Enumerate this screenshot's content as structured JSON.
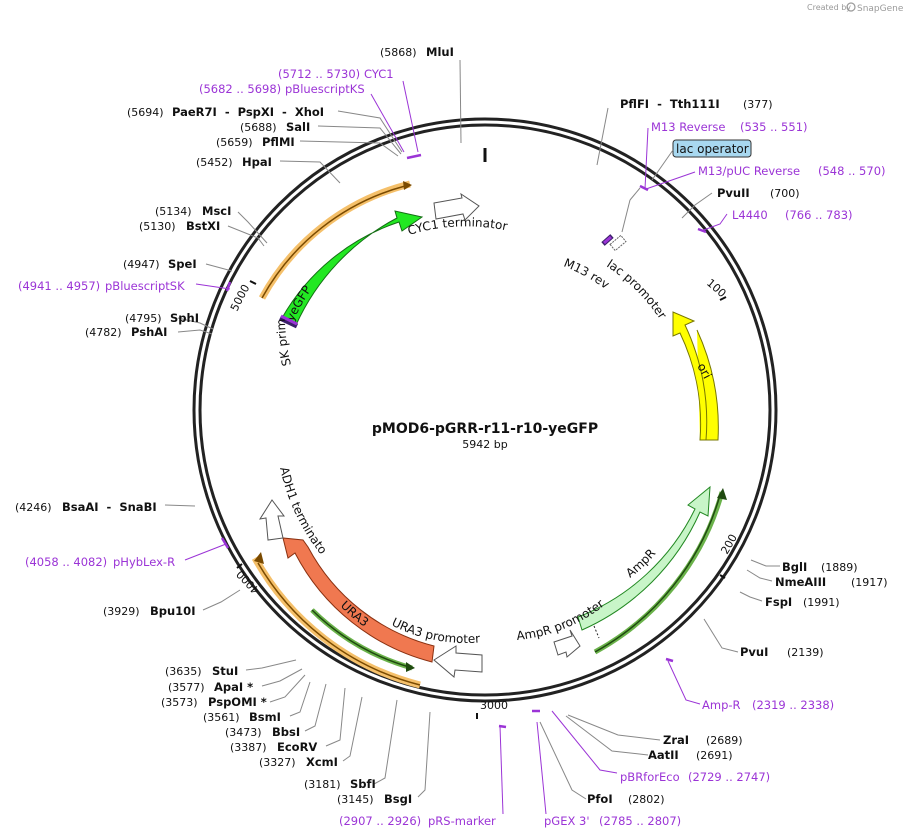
{
  "credit": {
    "prefix": "Created by",
    "brand": "SnapGene"
  },
  "plasmid": {
    "name": "pMOD6-pGRR-r11-r10-yeGFP",
    "length_label": "5942 bp",
    "length": 5942
  },
  "ticks": [
    "1000",
    "2000",
    "3000",
    "4000",
    "5000"
  ],
  "colors": {
    "primer": "#9b34d6",
    "leader": "#888888",
    "backbone": "#222222"
  },
  "enzymes": [
    {
      "pos": "(5868)",
      "name": "MluI"
    },
    {
      "pos": "(5694)",
      "name": "PaeR7I  -  PspXI  -  XhoI"
    },
    {
      "pos": "(5688)",
      "name": "SalI"
    },
    {
      "pos": "(5659)",
      "name": "PflMI"
    },
    {
      "pos": "(5452)",
      "name": "HpaI"
    },
    {
      "pos": "(5134)",
      "name": "MscI"
    },
    {
      "pos": "(5130)",
      "name": "BstXI"
    },
    {
      "pos": "(4947)",
      "name": "SpeI"
    },
    {
      "pos": "(4795)",
      "name": "SphI"
    },
    {
      "pos": "(4782)",
      "name": "PshAI"
    },
    {
      "pos": "(4246)",
      "name": "BsaAI  -  SnaBI"
    },
    {
      "pos": "(3929)",
      "name": "Bpu10I"
    },
    {
      "pos": "(3635)",
      "name": "StuI"
    },
    {
      "pos": "(3577)",
      "name": "ApaI *"
    },
    {
      "pos": "(3573)",
      "name": "PspOMI *"
    },
    {
      "pos": "(3561)",
      "name": "BsmI"
    },
    {
      "pos": "(3473)",
      "name": "BbsI"
    },
    {
      "pos": "(3387)",
      "name": "EcoRV"
    },
    {
      "pos": "(3327)",
      "name": "XcmI"
    },
    {
      "pos": "(3181)",
      "name": "SbfI"
    },
    {
      "pos": "(3145)",
      "name": "BsgI"
    },
    {
      "pos": "(377)",
      "name": "PflFI  -  Tth111I"
    },
    {
      "pos": "(700)",
      "name": "PvuII"
    },
    {
      "pos": "(1889)",
      "name": "BglI"
    },
    {
      "pos": "(1917)",
      "name": "NmeAIII"
    },
    {
      "pos": "(1991)",
      "name": "FspI"
    },
    {
      "pos": "(2139)",
      "name": "PvuI"
    },
    {
      "pos": "(2689)",
      "name": "ZraI"
    },
    {
      "pos": "(2691)",
      "name": "AatII"
    },
    {
      "pos": "(2802)",
      "name": "PfoI"
    }
  ],
  "primers": [
    {
      "range": "(5712 .. 5730)",
      "name": "CYC1"
    },
    {
      "range": "(5682 .. 5698)",
      "name": "pBluescriptKS"
    },
    {
      "range": "(4941 .. 4957)",
      "name": "pBluescriptSK"
    },
    {
      "range": "(4058 .. 4082)",
      "name": "pHybLex-R"
    },
    {
      "range": "(2907 .. 2926)",
      "name": "pRS-marker"
    },
    {
      "range": "(2785 .. 2807)",
      "name": "pGEX 3'"
    },
    {
      "range": "(2729 .. 2747)",
      "name": "pBRforEco"
    },
    {
      "range": "(2319 .. 2338)",
      "name": "Amp-R"
    },
    {
      "range": "(535 .. 551)",
      "name": "M13 Reverse"
    },
    {
      "range": "(548 .. 570)",
      "name": "M13/pUC Reverse"
    },
    {
      "range": "(766 .. 783)",
      "name": "L4440"
    }
  ],
  "features": {
    "lac_operator": "lac operator",
    "yegfp": "yeGFP",
    "cyc1_terminator": "CYC1 terminator",
    "sk_primer": "SK primer",
    "m13_rev": "M13 rev",
    "lac_promoter": "lac promoter",
    "ori": "ori",
    "adh1_terminator": "ADH1 terminator",
    "ura3": "URA3",
    "ura3_promoter": "URA3 promoter",
    "ampr_promoter": "AmpR promoter",
    "ampr": "AmpR"
  }
}
